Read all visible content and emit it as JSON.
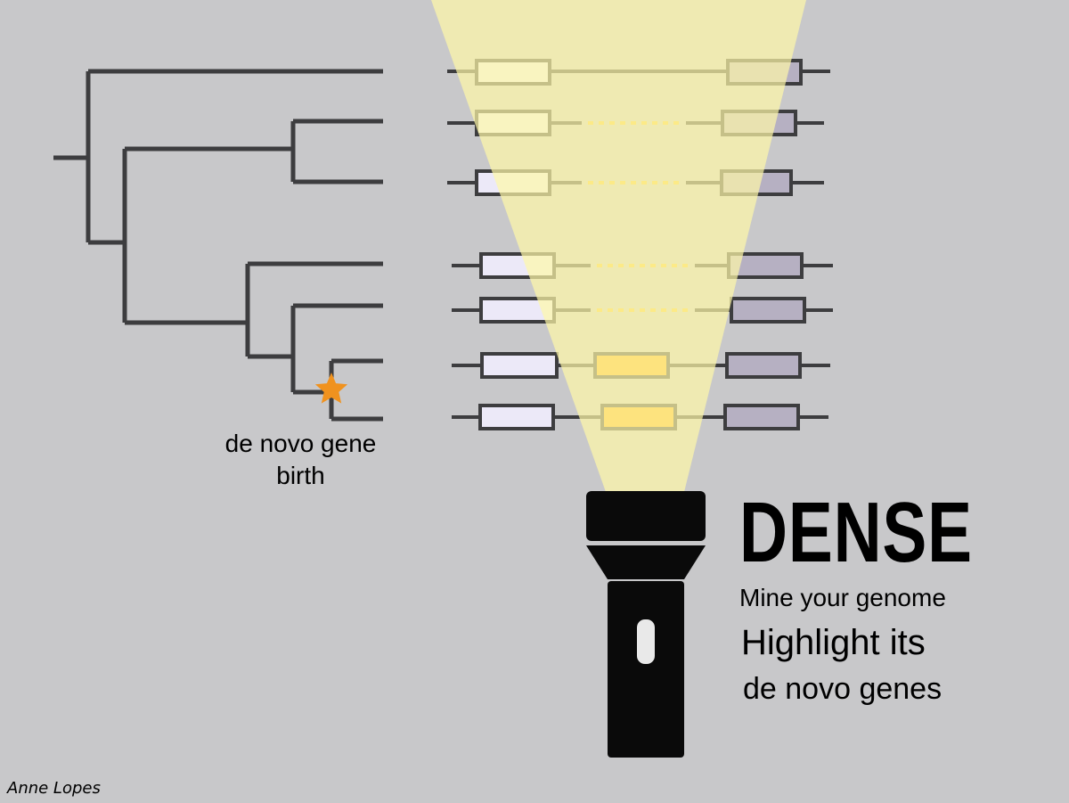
{
  "labels": {
    "birth_line1": "de novo gene",
    "birth_line2": "birth",
    "title": "DENSE",
    "tagline1": "Mine your genome",
    "tagline2": "Highlight its",
    "tagline3": "de novo genes",
    "author": "Anne Lopes"
  },
  "icons": {
    "birth_event": "star-icon",
    "tool": "flashlight-icon"
  },
  "colors": {
    "background": "#c8c8ca",
    "tree": "#3d3d3f",
    "light_beam": "#fbf5b8",
    "exon_left": "#ece9f8",
    "exon_right": "#b6b0c2",
    "de_novo_gene": "#f7b21b",
    "star": "#f0921e",
    "flashlight": "#0a0a0a"
  },
  "species_rows": [
    {
      "id": "s1",
      "middle": "intron"
    },
    {
      "id": "s2",
      "middle": "dotted"
    },
    {
      "id": "s3",
      "middle": "dotted"
    },
    {
      "id": "s4",
      "middle": "dotted"
    },
    {
      "id": "s5",
      "middle": "dotted"
    },
    {
      "id": "s6",
      "middle": "gene"
    },
    {
      "id": "s7",
      "middle": "gene"
    }
  ]
}
